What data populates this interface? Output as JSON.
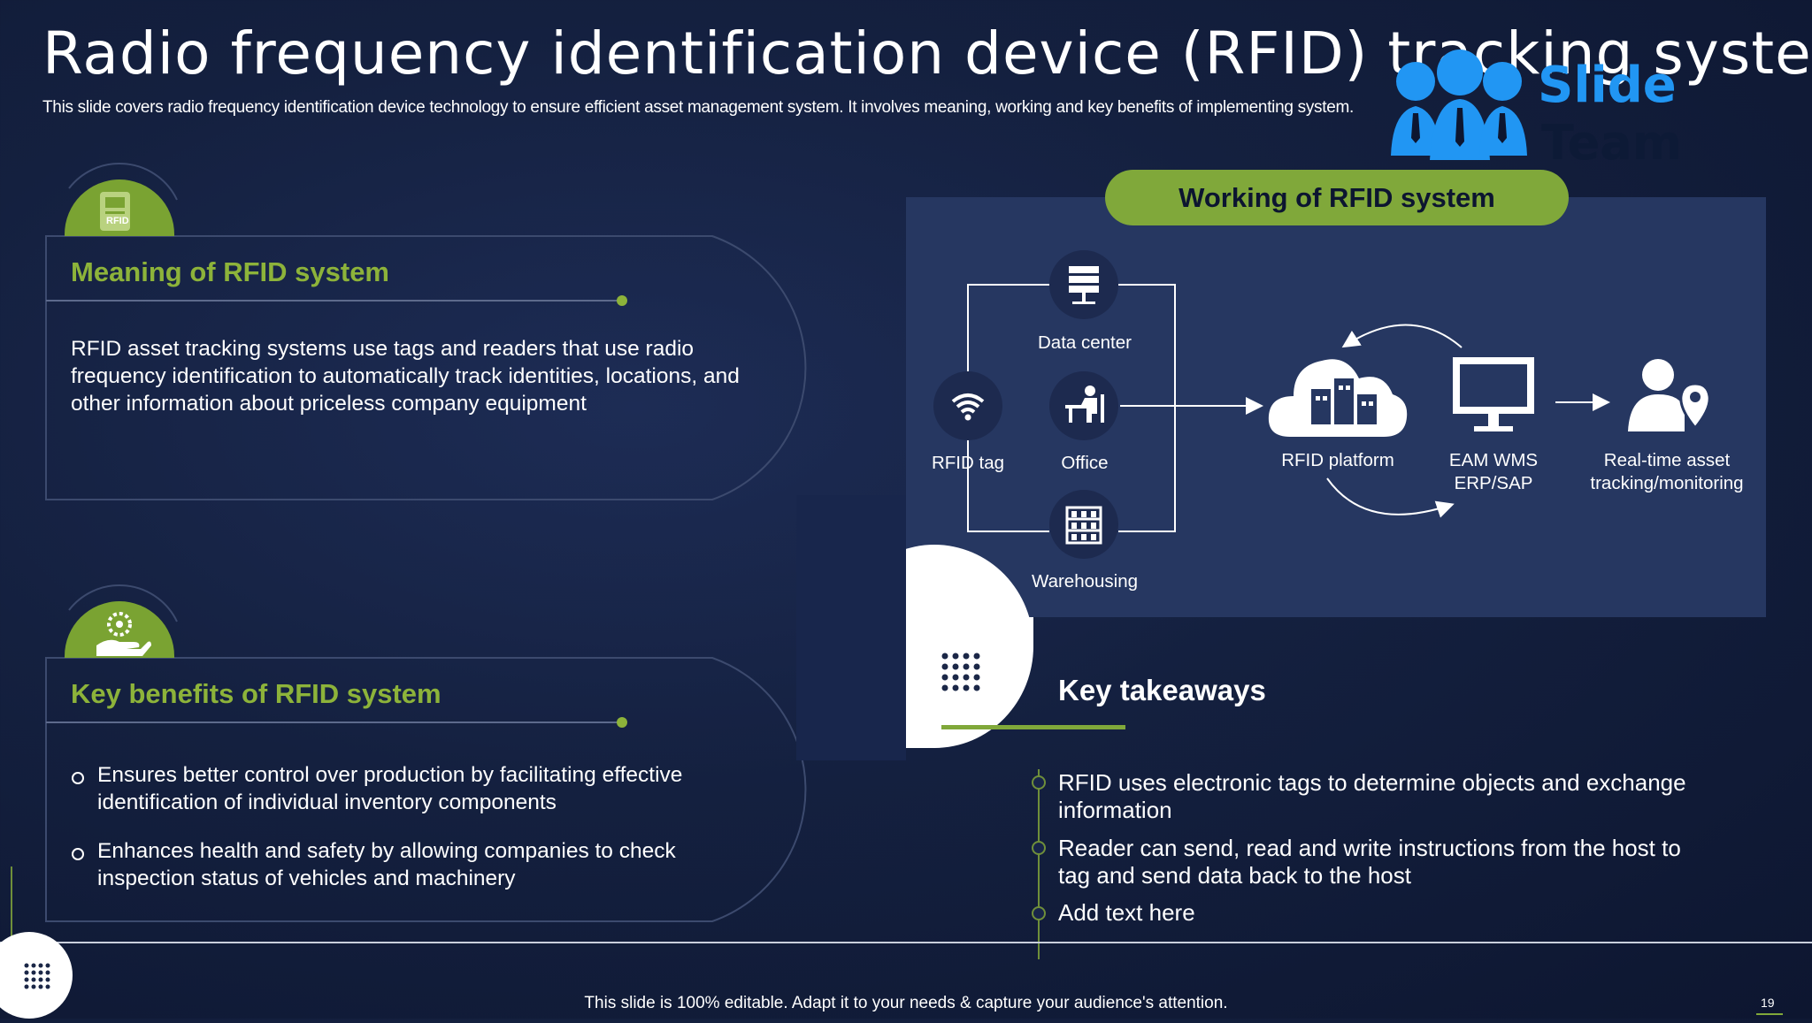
{
  "title": "Radio frequency identification device (RFID) tracking system",
  "subtitle": "This slide covers radio frequency identification device technology to ensure efficient asset management system. It involves meaning, working and key benefits of implementing system.",
  "logo": {
    "line1": "Slide",
    "line2": "Team"
  },
  "meaning": {
    "icon_text": "RFID",
    "heading": "Meaning of RFID system",
    "body": "RFID asset tracking systems use tags and readers that use radio frequency identification to automatically track identities, locations, and other information about priceless company equipment"
  },
  "benefits": {
    "heading": "Key benefits of RFID system",
    "items": [
      "Ensures better control over production by facilitating effective identification of individual inventory components",
      "Enhances health and safety by allowing companies to check inspection status of vehicles and machinery"
    ]
  },
  "working": {
    "title": "Working of RFID system",
    "nodes": {
      "rfid_tag": "RFID tag",
      "data_center": "Data center",
      "office": "Office",
      "warehousing": "Warehousing",
      "platform": "RFID platform",
      "eam_line1": "EAM   WMS",
      "eam_line2": "ERP/SAP",
      "realtime_line1": "Real-time asset",
      "realtime_line2": "tracking/monitoring"
    }
  },
  "takeaways": {
    "title": "Key takeaways",
    "items": [
      "RFID uses electronic tags to determine objects and exchange information",
      "Reader can send, read and write instructions from the host to tag and send data back to the host",
      "Add text here"
    ]
  },
  "footer": "This slide is 100% editable. Adapt it to your needs & capture your audience's attention.",
  "page_number": "19",
  "colors": {
    "accent_green": "#80a83a",
    "heading_green": "#8db33a",
    "panel": "#263761",
    "logo_blue": "#2196f3"
  },
  "icons": [
    "rfid-card-icon",
    "gear-hand-icon",
    "wifi-icon",
    "server-icon",
    "office-desk-icon",
    "warehouse-shelf-icon",
    "cloud-buildings-icon",
    "monitor-icon",
    "person-location-icon",
    "dots-grid-icon"
  ]
}
